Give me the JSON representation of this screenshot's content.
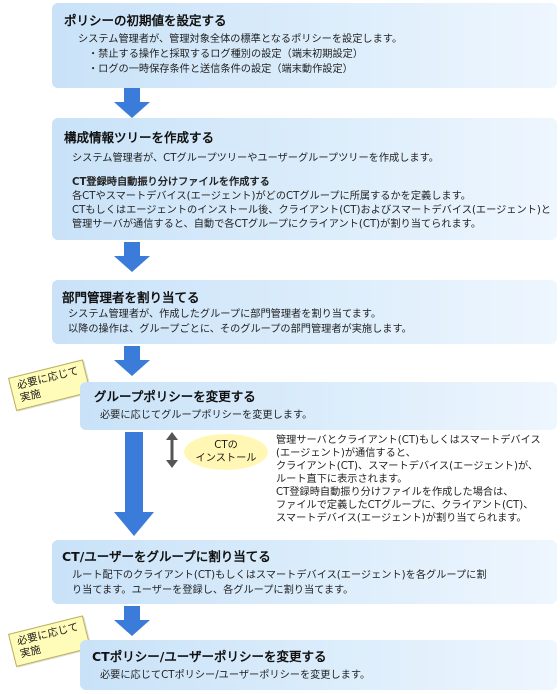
{
  "steps": [
    {
      "title": "ポリシーの初期値を設定する",
      "lines": [
        "システム管理者が、管理対象全体の標準となるポリシーを設定します。",
        "・禁止する操作と採取するログ種別の設定（端末初期設定）",
        "・ログの一時保存条件と送信条件の設定（端末動作設定）"
      ]
    },
    {
      "title": "構成情報ツリーを作成する",
      "lines": [
        "システム管理者が、CTグループツリーやユーザーグループツリーを作成します。"
      ],
      "subheading": "CT登録時自動振り分けファイルを作成する",
      "sublines": [
        "各CTやスマートデバイス(エージェント)がどのCTグループに所属するかを定義します。",
        "CTもしくはエージェントのインストール後、クライアント(CT)およびスマートデバイス(エージェント)と",
        "管理サーバが通信すると、自動で各CTグループにクライアント(CT)が割り当てられます。"
      ]
    },
    {
      "title": "部門管理者を割り当てる",
      "lines": [
        "システム管理者が、作成したグループに部門管理者を割り当てます。",
        "以降の操作は、グループごとに、そのグループの部門管理者が実施します。"
      ]
    },
    {
      "title": "グループポリシーを変更する",
      "lines": [
        "必要に応じてグループポリシーを変更します。"
      ]
    },
    {
      "title": "CT/ユーザーをグループに割り当てる",
      "lines": [
        "ルート配下のクライアント(CT)もしくはスマートデバイス(エージェント)を各グループに割",
        "り当てます。ユーザーを登録し、各グループに割り当てます。"
      ]
    },
    {
      "title": "CTポリシー/ユーザーポリシーを変更する",
      "lines": [
        "必要に応じてCTポリシー/ユーザーポリシーを変更します。"
      ]
    }
  ],
  "notes": [
    {
      "line1": "必要に応じて",
      "line2": "実施"
    },
    {
      "line1": "必要に応じて",
      "line2": "実施"
    }
  ],
  "install": {
    "line1": "CTの",
    "line2": "インストール",
    "description": [
      "管理サーバとクライアント(CT)もしくはスマートデバイス",
      "(エージェント)が通信すると、",
      "クライアント(CT)、スマートデバイス(エージェント)が、",
      "ルート直下に表示されます。",
      "CT登録時自動振り分けファイルを作成した場合は、",
      "ファイルで定義したCTグループに、クライアント(CT)、",
      "スマートデバイス(エージェント)が割り当てられます。"
    ]
  },
  "colors": {
    "box": "#c9e2f8",
    "arrow": "#3b7bd9",
    "note": "#fffbb8"
  }
}
